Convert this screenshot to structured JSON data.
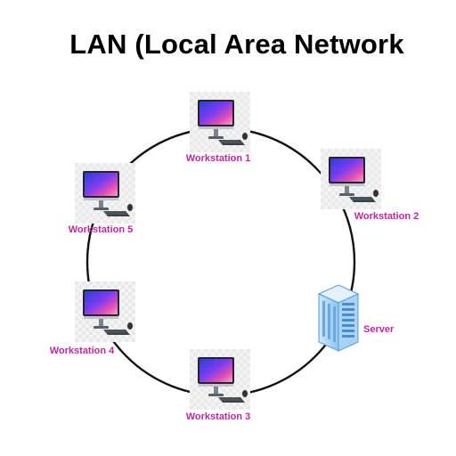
{
  "diagram": {
    "title": "LAN (Local Area Network",
    "ring_color": "#111111",
    "label_color": "#c026a3",
    "nodes": [
      {
        "id": "ws1",
        "label": "Workstation 1",
        "icon": "monitor-computer-icon"
      },
      {
        "id": "ws2",
        "label": "Workstation 2",
        "icon": "monitor-computer-icon"
      },
      {
        "id": "server",
        "label": "Server",
        "icon": "server-tower-icon"
      },
      {
        "id": "ws3",
        "label": "Workstation 3",
        "icon": "monitor-computer-icon"
      },
      {
        "id": "ws4",
        "label": "Workstation 4",
        "icon": "monitor-computer-icon"
      },
      {
        "id": "ws5",
        "label": "Workstation 5",
        "icon": "monitor-computer-icon"
      }
    ]
  }
}
